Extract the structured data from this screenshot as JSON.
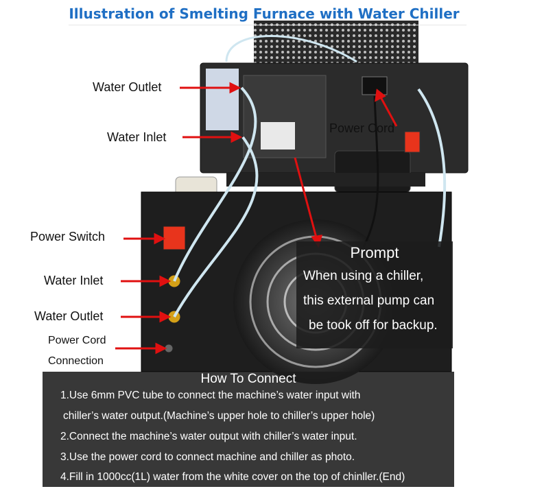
{
  "title": "Illustration of Smelting Furnace with Water Chiller",
  "labels": {
    "water_outlet_top": "Water Outlet",
    "water_inlet_top": "Water Inlet",
    "power_cord": "Power Cord",
    "power_switch": "Power Switch",
    "water_inlet_bottom": "Water Inlet",
    "water_outlet_bottom": "Water Outlet",
    "power_cord_connection_1": "Power Cord",
    "power_cord_connection_2": "Connection"
  },
  "prompt": {
    "title": "Prompt",
    "lines": [
      "When using a chiller,",
      "this external pump can",
      "be took off for backup."
    ]
  },
  "how_to_connect": {
    "title": "How To Connect",
    "steps": [
      "1.Use 6mm PVC tube to connect the machine’s water input with",
      "chiller’s water output.(Machine’s upper hole to chiller’s upper hole)",
      "2.Connect the machine’s water output with chiller’s water input.",
      "3.Use the power cord to connect machine and chiller as photo.",
      "4.Fill in 1000cc(1L) water from the white cover on the top of chinller.(End)"
    ]
  },
  "colors": {
    "title": "#1f6fc4",
    "arrow": "#e01010",
    "switch": "#e8341c",
    "overlay": "#1c1c1c"
  }
}
